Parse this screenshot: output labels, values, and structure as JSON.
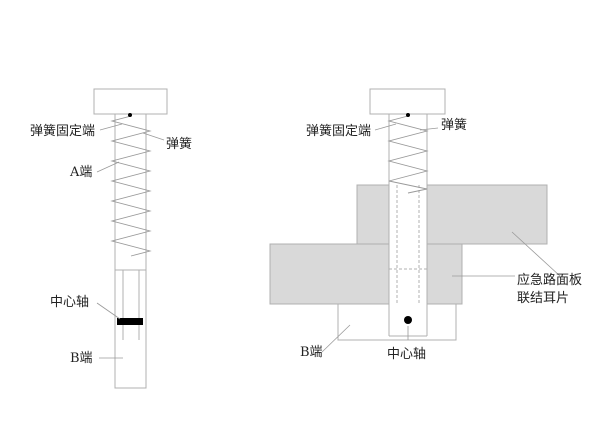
{
  "labels": {
    "spring_fixed_end": "弹簧固定端",
    "spring": "弹簧",
    "a_end": "A端",
    "center_axis": "中心轴",
    "b_end": "B端",
    "panel_line1": "应急路面板",
    "panel_line2": "联结耳片"
  },
  "colors": {
    "panel_fill": "#d9d9d9",
    "outline": "#b0b0b0",
    "stroke": "#9a9a9a",
    "axis": "#000000",
    "text": "#222222"
  }
}
